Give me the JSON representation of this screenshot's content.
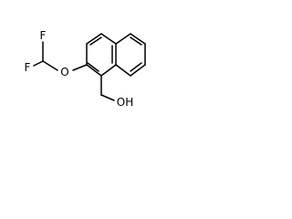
{
  "molecule": {
    "atoms": {
      "fluorine_top": "F",
      "fluorine_bottom": "F",
      "ether_oxygen": "O",
      "hydroxyl": "OH"
    },
    "colors": {
      "bond": "#000000",
      "label": "#000000",
      "background": "#ffffff"
    }
  }
}
